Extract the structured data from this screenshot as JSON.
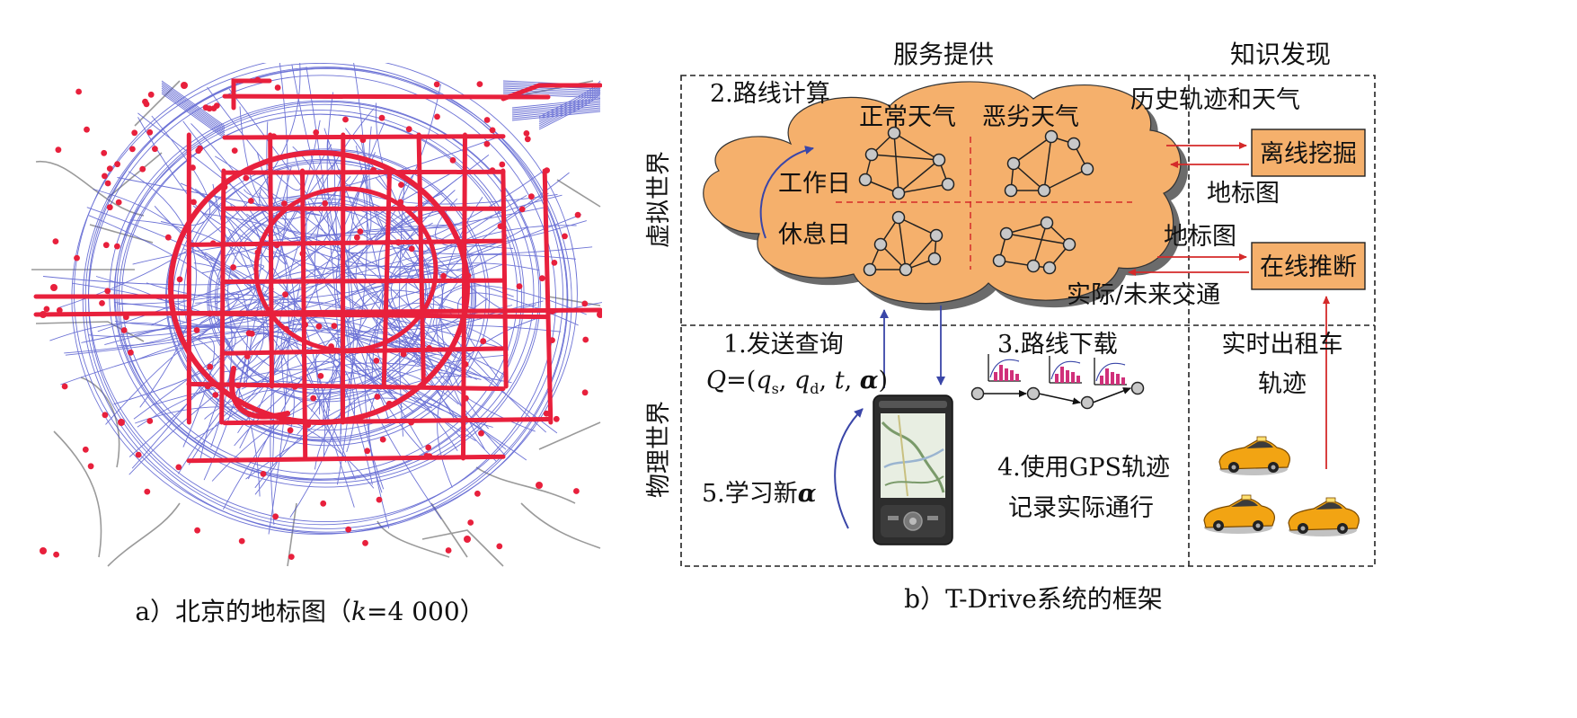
{
  "left_panel": {
    "caption_prefix": "a）北京的地标图（",
    "caption_var": "k",
    "caption_suffix": "=4 000）"
  },
  "right_panel": {
    "caption": "b）T-Drive系统的框架",
    "header_service": "服务提供",
    "header_knowledge": "知识发现",
    "row_virtual": "虚拟世界",
    "row_physical": "物理世界",
    "route_compute": "2.路线计算",
    "normal_weather": "正常天气",
    "bad_weather": "恶劣天气",
    "workday": "工作日",
    "restday": "休息日",
    "history": "历史轨迹和天气",
    "offline_mining": "离线挖掘",
    "landmark_graph_1": "地标图",
    "landmark_graph_2": "地标图",
    "online_inference": "在线推断",
    "traffic": "实际/未来交通",
    "send_query": "1.发送查询",
    "query_formula": {
      "Q": "Q",
      "eq_paren": "=(",
      "q": "q",
      "sub_s": "s",
      "sep1": ", ",
      "sub_d": "d",
      "sep2": ", ",
      "t": "t",
      "sep3": ", ",
      "alpha": "α",
      "close": ")"
    },
    "route_download": "3.路线下载",
    "learn_prefix": "5.学习新",
    "learn_alpha": "α",
    "use_gps_1": "4.使用GPS轨迹",
    "use_gps_2": "记录实际通行",
    "realtime_taxi_1": "实时出租车",
    "realtime_taxi_2": "轨迹"
  },
  "colors": {
    "cloud_fill": "#f5b06c",
    "box_fill": "#f5b06c",
    "red_arrow": "#d42a2a",
    "blue_arrow": "#3a46a8",
    "map_blue": "#3c44c8",
    "map_red": "#e8203c",
    "magenta_bar": "#d0307a",
    "taxi_yellow": "#f2a413"
  },
  "icons": [
    "histogram-icon",
    "smartphone-icon",
    "taxi-icon"
  ]
}
